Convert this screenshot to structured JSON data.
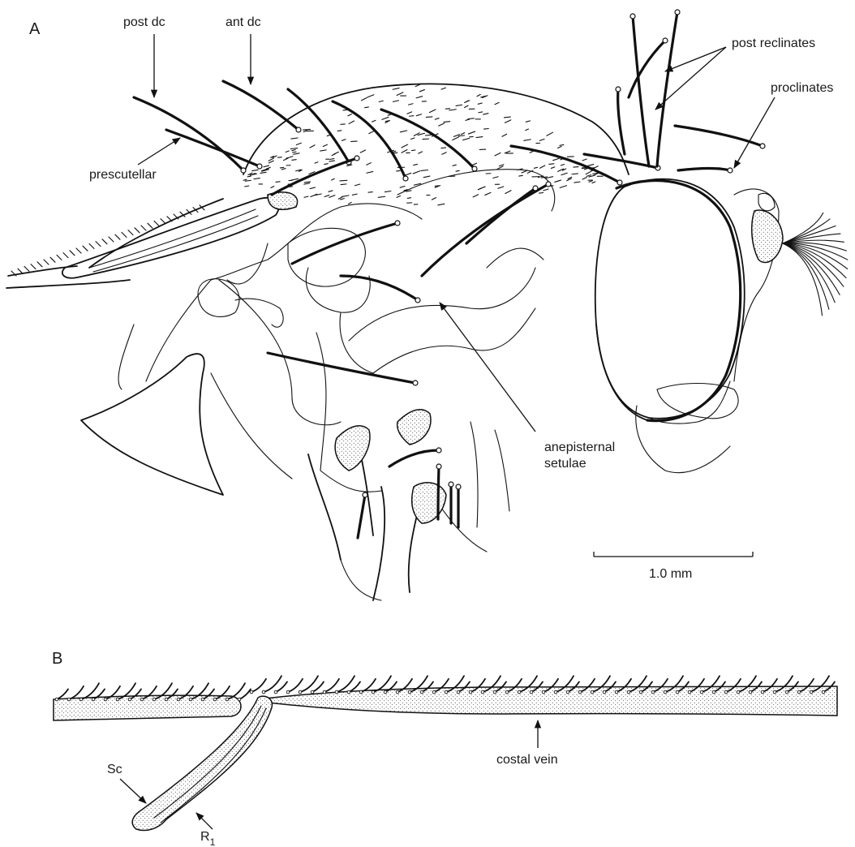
{
  "panel_a": {
    "letter": "A",
    "labels": {
      "post_dc": "post dc",
      "ant_dc": "ant dc",
      "prescutellar": "prescutellar",
      "post_reclinates": "post reclinates",
      "proclinates": "proclinates",
      "anepisternal_1": "anepisternal",
      "anepisternal_2": "setulae"
    },
    "scale_bar": "1.0 mm"
  },
  "panel_b": {
    "letter": "B",
    "labels": {
      "costal_vein": "costal vein",
      "sc": "Sc",
      "r1_main": "R",
      "r1_sub": "1"
    }
  }
}
